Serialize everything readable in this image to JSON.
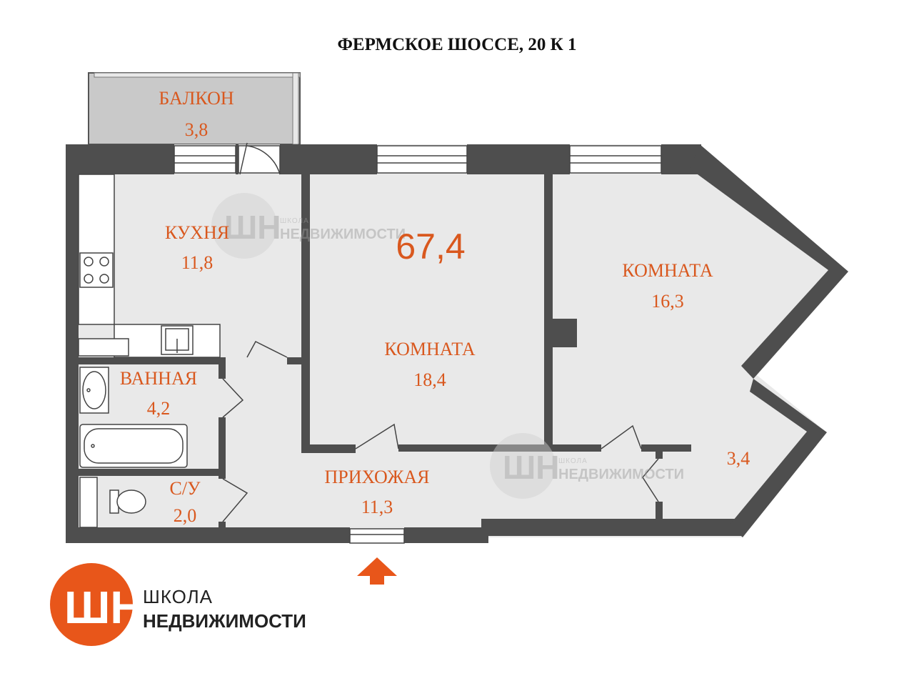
{
  "title": "ФЕРМСКОЕ ШОССЕ, 20 К 1",
  "total_area": "67,4",
  "rooms": {
    "balcony": {
      "name": "БАЛКОН",
      "area": "3,8"
    },
    "kitchen": {
      "name": "КУХНЯ",
      "area": "11,8"
    },
    "room1": {
      "name": "КОМНАТА",
      "area": "18,4"
    },
    "room2": {
      "name": "КОМНАТА",
      "area": "16,3"
    },
    "bathroom": {
      "name": "ВАННАЯ",
      "area": "4,2"
    },
    "toilet": {
      "name": "С/У",
      "area": "2,0"
    },
    "hallway": {
      "name": "ПРИХОЖАЯ",
      "area": "11,3"
    },
    "storage": {
      "area": "3,4"
    }
  },
  "brand": {
    "line1": "ШКОЛА",
    "line2": "НЕДВИЖИМОСТИ",
    "mark": "ШН"
  },
  "watermark": {
    "line1": "ШКОЛА",
    "line2": "НЕДВИЖИМОСТИ"
  },
  "colors": {
    "accent": "#d9581e",
    "wall": "#4e4e4e",
    "floor": "#e9e9e9"
  }
}
